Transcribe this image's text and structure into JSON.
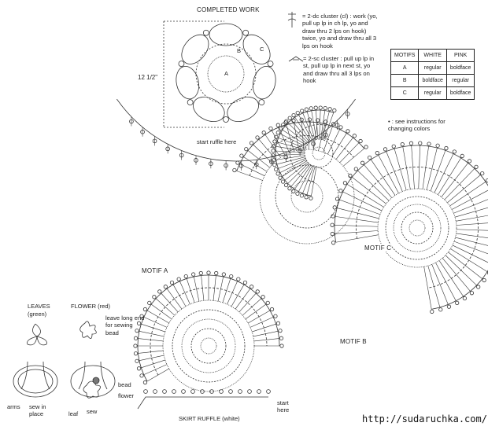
{
  "completed_work": {
    "title": "COMPLETED WORK",
    "dimension": "12 1/2\"",
    "labels": [
      "A",
      "B",
      "C"
    ],
    "ruffle_note": "start ruffle here"
  },
  "legend": {
    "dc_cluster": "= 2-dc cluster (cl) : work (yo, pull up lp in ch lp, yo and draw thru 2 lps on hook) twice, yo and draw thru all 3 lps on hook",
    "sc_cluster": "= 2-sc cluster : pull up lp in st, pull up lp in next st, yo and draw thru all 3 lps on hook",
    "color_note": "• : see instructions for changing colors"
  },
  "motif_table": {
    "headers": [
      "MOTIFS",
      "WHITE",
      "PINK"
    ],
    "rows": [
      [
        "A",
        "regular",
        "boldface"
      ],
      [
        "B",
        "boldface",
        "regular"
      ],
      [
        "C",
        "regular",
        "boldface"
      ]
    ]
  },
  "motifs": {
    "a": "MOTIF A",
    "b": "MOTIF B",
    "c": "MOTIF C"
  },
  "details": {
    "leaves": "LEAVES",
    "leaves_color": "(green)",
    "flower": "FLOWER (red)",
    "flower_note": "leave long end for sewing bead",
    "arms": "arms",
    "sew_in_place": "sew in place",
    "bead": "bead",
    "flower_label": "flower",
    "leaf": "leaf",
    "sew": "sew"
  },
  "ruffle": {
    "start": "start here",
    "title": "SKIRT RUFFLE (white)"
  },
  "watermark": "http://sudaruchka.com/"
}
